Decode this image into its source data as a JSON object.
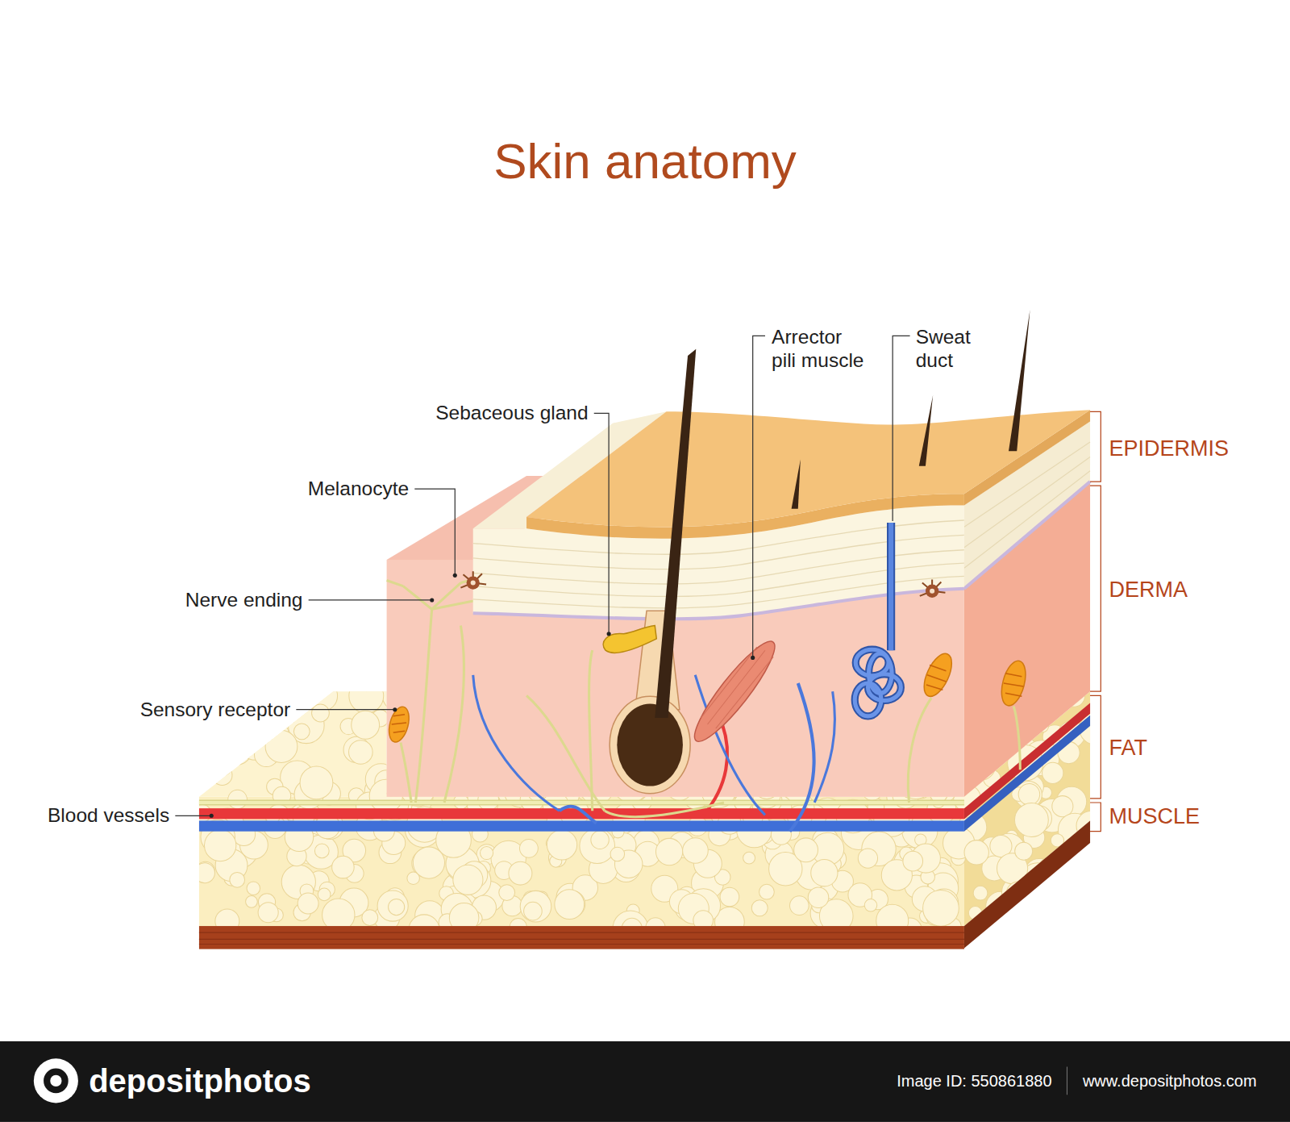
{
  "diagram": {
    "title": "Skin anatomy",
    "labels": [
      "Sebaceous gland",
      "Arrector pili muscle",
      "Sweat duct",
      "Melanocyte",
      "Nerve ending",
      "Sensory receptor",
      "Blood vessels",
      "EPIDERMIS",
      "DERMA",
      "FAT",
      "MUSCLE",
      "depositphotos",
      "Image ID: 550861880",
      "www.depositphotos.com"
    ]
  }
}
